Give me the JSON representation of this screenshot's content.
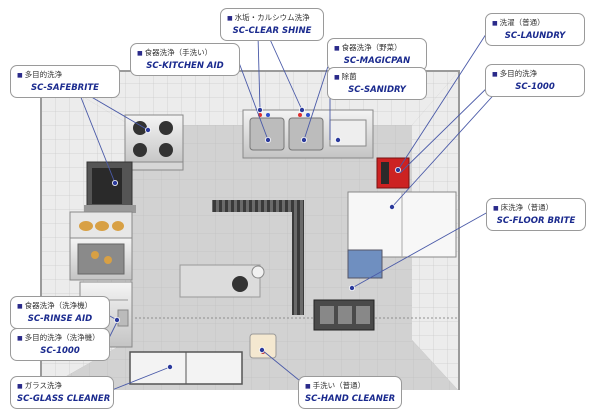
{
  "callouts": {
    "clear_shine": {
      "usage": "水垢・カルシウム洗浄",
      "product": "SC-CLEAR SHINE"
    },
    "kitchen_aid": {
      "usage": "食器洗浄（手洗い）",
      "product": "SC-KITCHEN AID"
    },
    "magicpan": {
      "usage": "食器洗浄（野菜）",
      "product": "SC-MAGICPAN"
    },
    "laundry": {
      "usage": "洗濯（普通）",
      "product": "SC-LAUNDRY"
    },
    "safebrite": {
      "usage": "多目的洗浄",
      "product": "SC-SAFEBRITE"
    },
    "sanidry": {
      "usage": "除菌",
      "product": "SC-SANIDRY"
    },
    "sc1000_right": {
      "usage": "多目的洗浄",
      "product": "SC-1000"
    },
    "floor_brite": {
      "usage": "床洗浄（普通）",
      "product": "SC-FLOOR BRITE"
    },
    "rinse_aid": {
      "usage": "食器洗浄（洗浄機）",
      "product": "SC-RINSE AID"
    },
    "sc1000_left": {
      "usage": "多目的洗浄（洗浄機）",
      "product": "SC-1000"
    },
    "glass_cleaner": {
      "usage": "ガラス洗浄",
      "product": "SC-GLASS CLEANER"
    },
    "hand_cleaner": {
      "usage": "手洗い（普通）",
      "product": "SC-HAND  CLEANER"
    }
  },
  "colors": {
    "product_text": "#1a2a8e",
    "leader_line": "#4a5aa8",
    "marker": "#2b3a9c",
    "tile": "#d9d9d9",
    "floor": "#cfcfcf"
  }
}
